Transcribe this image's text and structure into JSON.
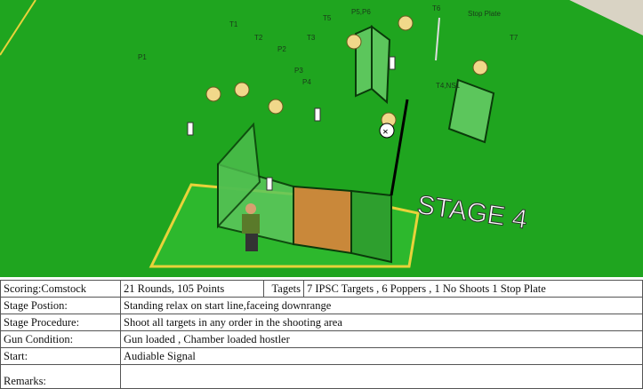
{
  "diagram": {
    "stage_title": "STAGE 4",
    "labels": [
      "P1",
      "T1",
      "T2",
      "P2",
      "T3",
      "P3",
      "P4",
      "T5",
      "P5,P6",
      "T6",
      "Stop Plate",
      "T7",
      "T4,NS1"
    ]
  },
  "table": {
    "scoring_label": "Scoring:Comstock",
    "rounds": "21 Rounds, 105 Points",
    "targets_label": "Tagets",
    "targets_value": "7 IPSC Targets , 6 Poppers , 1 No Shoots 1 Stop Plate",
    "rows": [
      {
        "label": "Stage Postion:",
        "value": "Standing relax on start line,faceing downrange"
      },
      {
        "label": "Stage Procedure:",
        "value": "Shoot all targets in any order in the shooting area"
      },
      {
        "label": "Gun Condition:",
        "value": "Gun loaded , Chamber loaded hostler"
      },
      {
        "label": "Start:",
        "value": "Audiable Signal"
      },
      {
        "label": "Remarks:",
        "value": ""
      }
    ]
  },
  "colors": {
    "grass": "#1fa51f",
    "wall": "#3cb03c",
    "tape": "#e8d23a"
  }
}
